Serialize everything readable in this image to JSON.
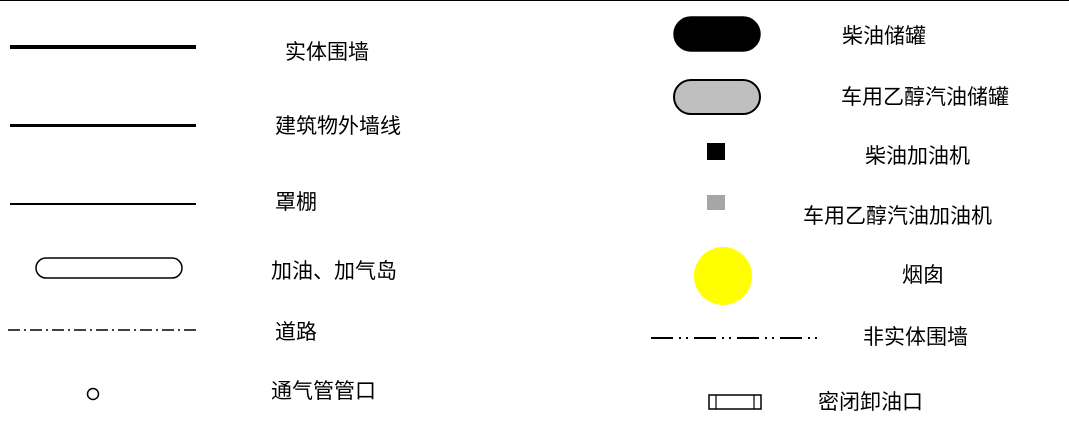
{
  "legend": {
    "left": [
      {
        "label": "实体围墙",
        "symbol": "thick-solid-line"
      },
      {
        "label": "建筑物外墙线",
        "symbol": "medium-solid-line"
      },
      {
        "label": "罩棚",
        "symbol": "thin-solid-line"
      },
      {
        "label": "加油、加气岛",
        "symbol": "outlined-pill"
      },
      {
        "label": "道路",
        "symbol": "dash-dot-line"
      },
      {
        "label": "通气管管口",
        "symbol": "small-circle"
      }
    ],
    "right": [
      {
        "label": "柴油储罐",
        "symbol": "black-rounded-tank"
      },
      {
        "label": "车用乙醇汽油储罐",
        "symbol": "gray-rounded-tank"
      },
      {
        "label": "柴油加油机",
        "symbol": "black-square"
      },
      {
        "label": "车用乙醇汽油加油机",
        "symbol": "gray-square"
      },
      {
        "label": "烟囱",
        "symbol": "yellow-circle"
      },
      {
        "label": "非实体围墙",
        "symbol": "dash-dot-dot-line"
      },
      {
        "label": "密闭卸油口",
        "symbol": "small-rectangle"
      }
    ]
  },
  "colors": {
    "black": "#000000",
    "gray": "#a6a6a6",
    "light-gray": "#bfbfbf",
    "yellow": "#ffff00"
  }
}
